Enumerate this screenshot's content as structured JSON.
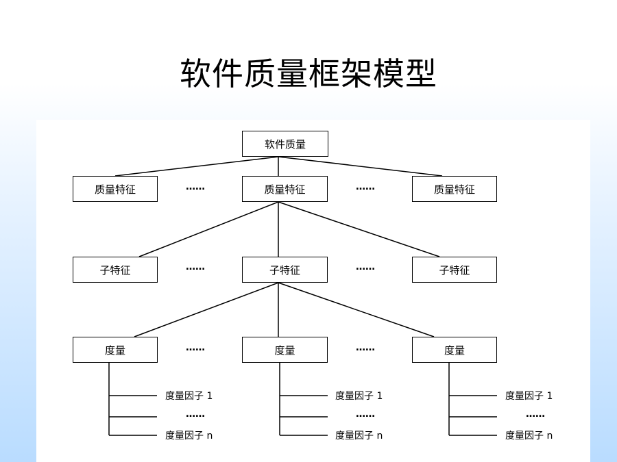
{
  "title": "软件质量框架模型",
  "diagram": {
    "root": "软件质量",
    "level1": [
      "质量特征",
      "质量特征",
      "质量特征"
    ],
    "level2": [
      "子特征",
      "子特征",
      "子特征"
    ],
    "level3": [
      "度量",
      "度量",
      "度量"
    ],
    "ellipsis": "……",
    "leaves": [
      "度量因子 1",
      "……",
      "度量因子 n"
    ]
  }
}
